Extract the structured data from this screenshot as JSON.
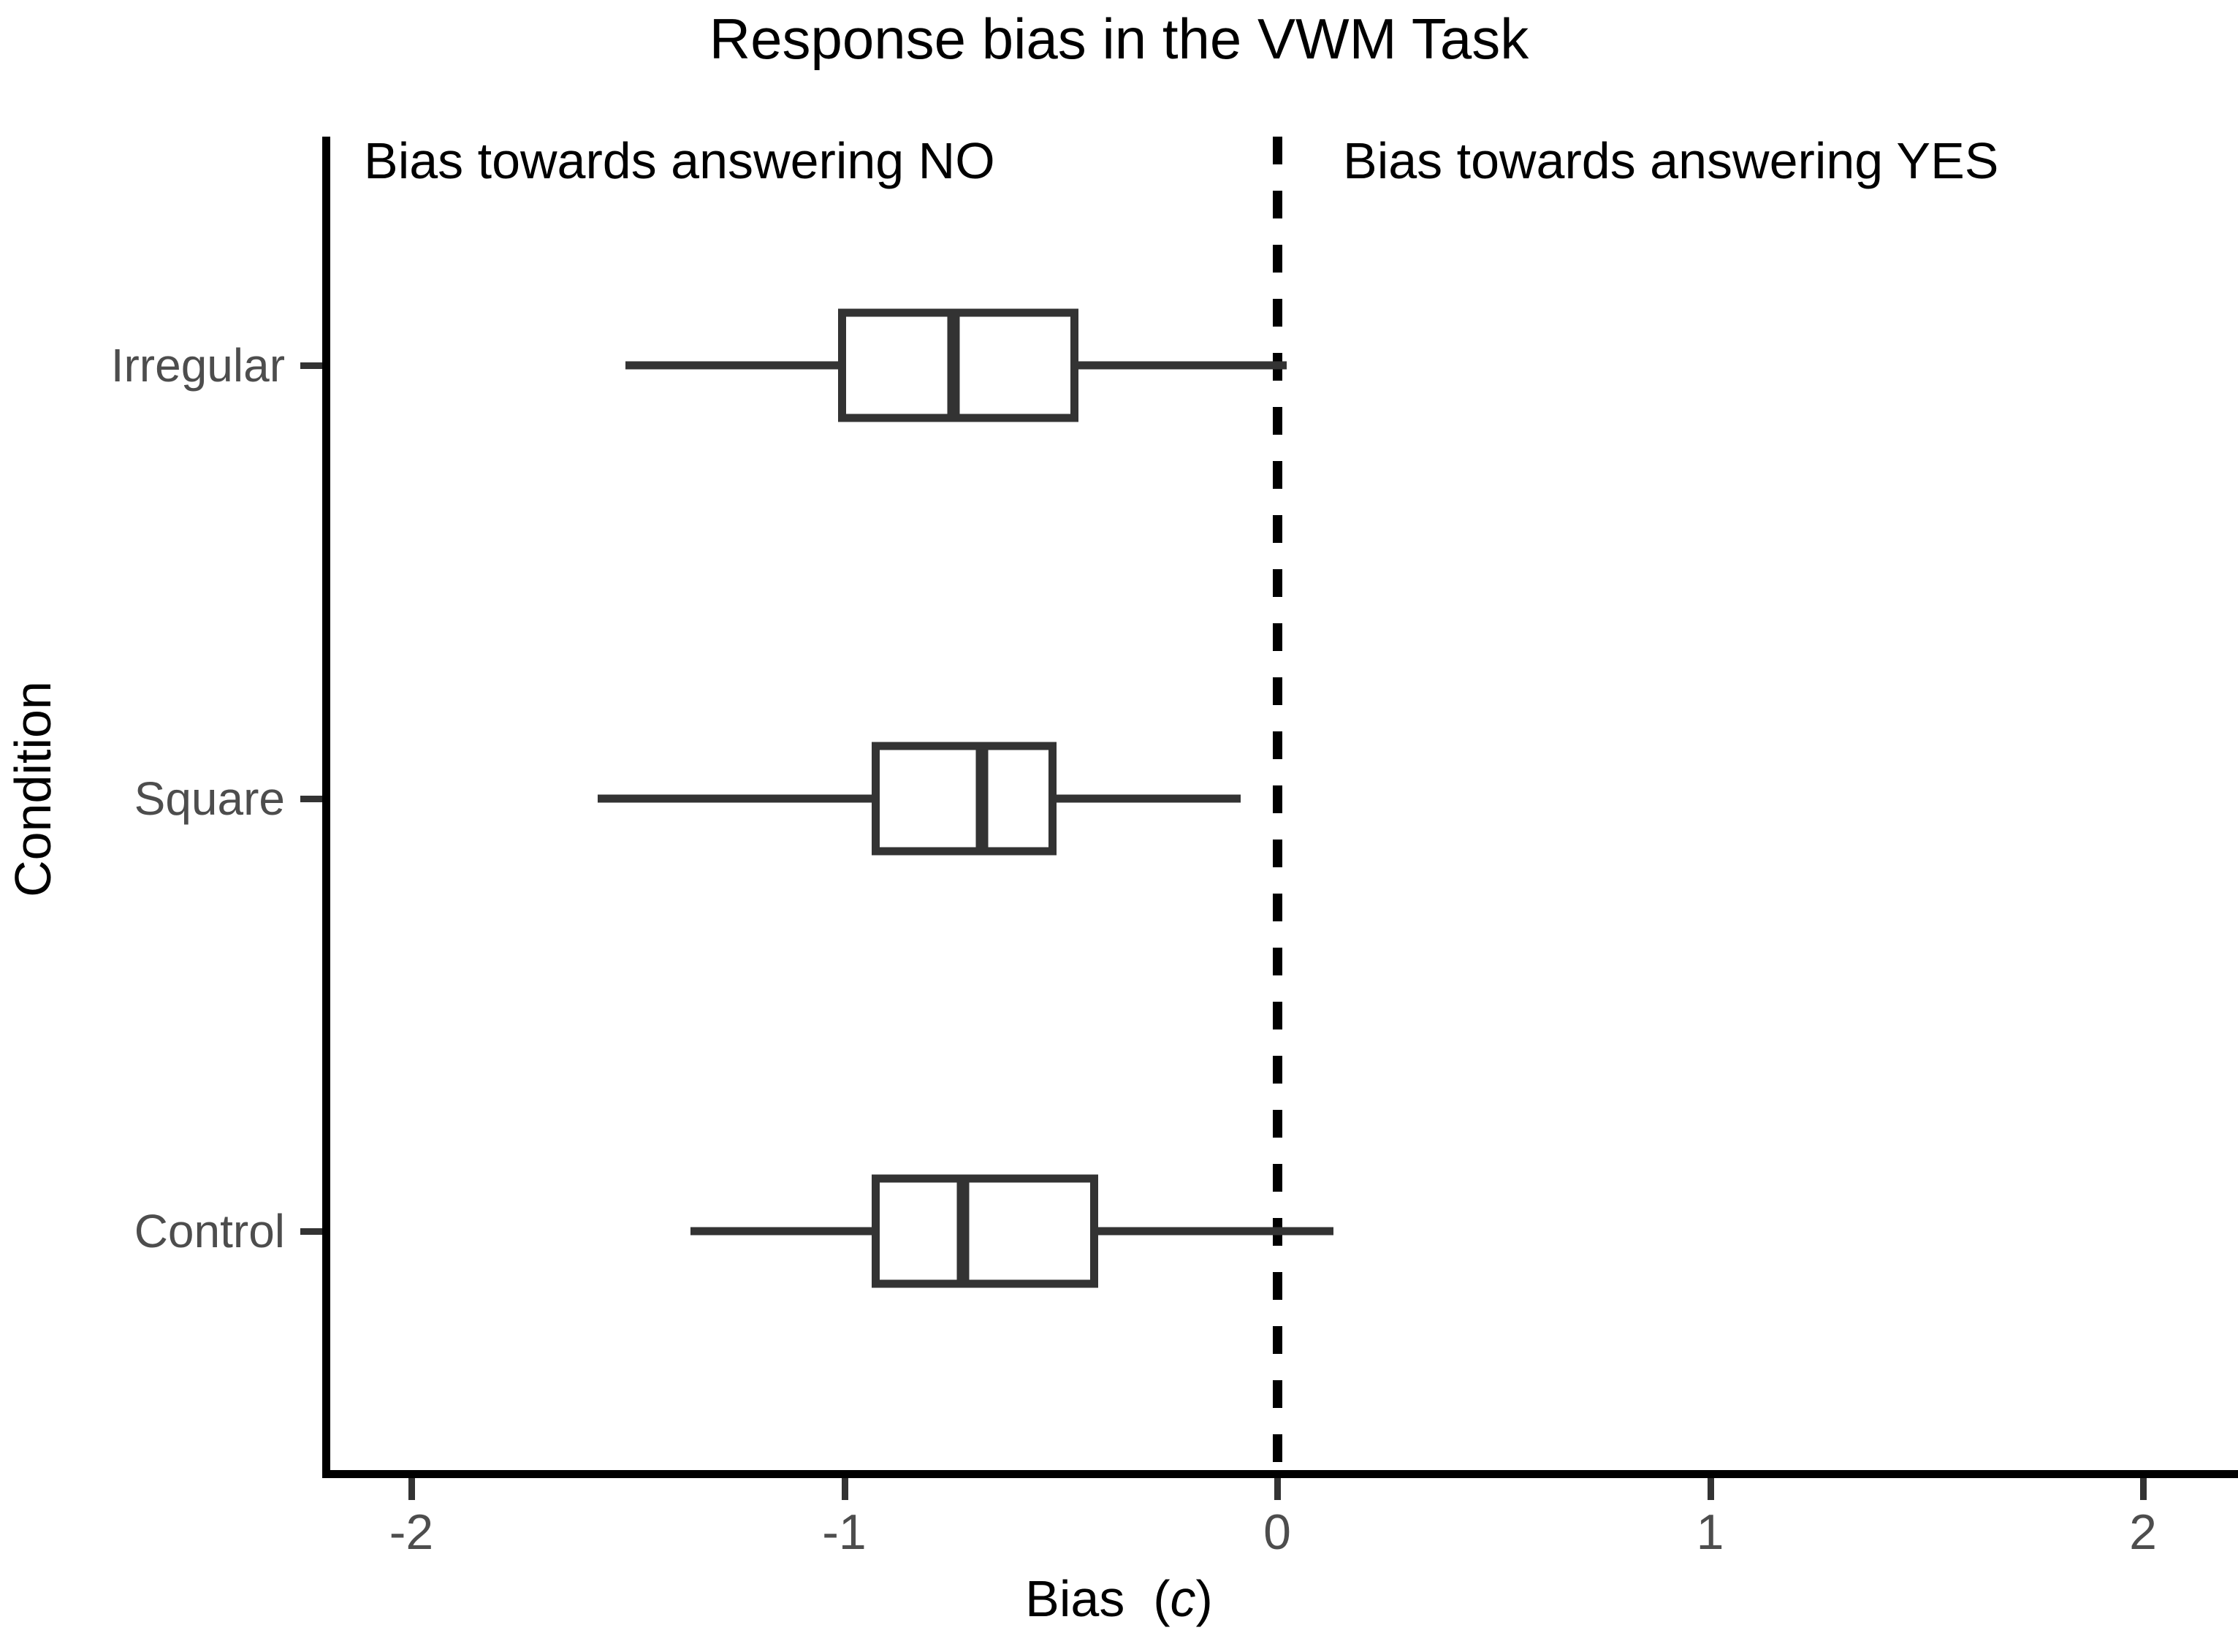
{
  "chart_data": {
    "type": "box",
    "title": "Response bias in the VWM Task",
    "xlabel_main": "Bias",
    "xlabel_symbol": "c",
    "ylabel": "Condition",
    "xlim": [
      -2.195,
      2.22
    ],
    "xticks": [
      -2,
      -1,
      0,
      1,
      2
    ],
    "xticklabels": [
      "-2",
      "-1",
      "0",
      "1",
      "2"
    ],
    "categories": [
      "Irregular",
      "Square",
      "Control"
    ],
    "grid": false,
    "legend": null,
    "reference_line": {
      "value": 0,
      "style": "dashed",
      "color": "#000000"
    },
    "annotations": [
      {
        "text": "Bias towards answering NO",
        "x": -2.11,
        "align": "left"
      },
      {
        "text": "Bias towards answering YES",
        "x": 0.15,
        "align": "left"
      }
    ],
    "boxes": [
      {
        "category": "Irregular",
        "whisker_low": -1.505,
        "q1": -1.014,
        "median": -0.748,
        "q3": -0.459,
        "whisker_high": 0.022
      },
      {
        "category": "Square",
        "whisker_low": -1.57,
        "q1": -0.937,
        "median": -0.682,
        "q3": -0.51,
        "whisker_high": -0.084
      },
      {
        "category": "Control",
        "whisker_low": -1.355,
        "q1": -0.937,
        "median": -0.726,
        "q3": -0.414,
        "whisker_high": 0.13
      }
    ],
    "colors": {
      "box_stroke": "#333333",
      "box_fill": "#ffffff",
      "text": "#000000",
      "tick_label": "#4d4d4d",
      "axis": "#000000",
      "panel_background": "#ffffff"
    }
  }
}
